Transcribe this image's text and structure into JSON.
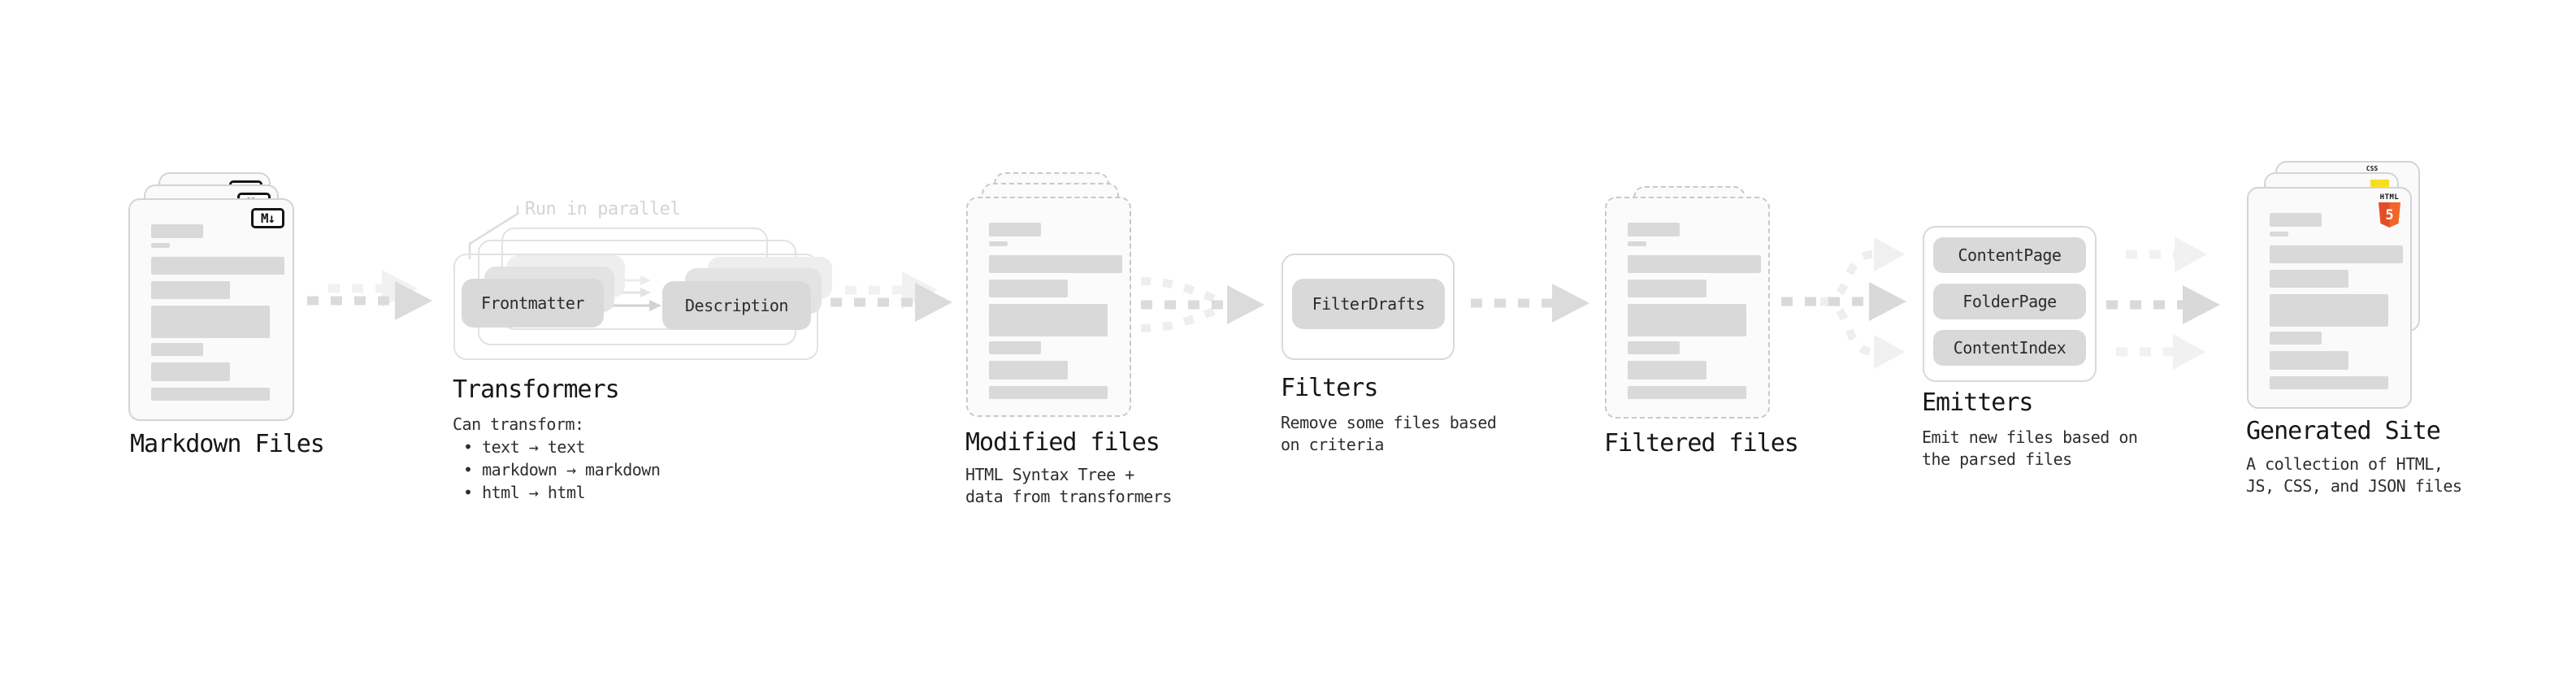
{
  "diagram": {
    "nodes": {
      "markdown": {
        "title": "Markdown Files",
        "badge": "M↓"
      },
      "transformers": {
        "title": "Transformers",
        "annotation": "Run in parallel",
        "pill_left": "Frontmatter",
        "pill_right": "Description",
        "sub_heading": "Can transform:",
        "bullets": [
          "• text → text",
          "• markdown → markdown",
          "• html → html"
        ]
      },
      "modified": {
        "title": "Modified files",
        "sub_line1": "HTML Syntax Tree +",
        "sub_line2": "data from transformers"
      },
      "filters": {
        "title": "Filters",
        "pill": "FilterDrafts",
        "sub_line1": "Remove some files based",
        "sub_line2": "on criteria"
      },
      "filtered": {
        "title": "Filtered files"
      },
      "emitters": {
        "title": "Emitters",
        "pills": [
          "ContentPage",
          "FolderPage",
          "ContentIndex"
        ],
        "sub_line1": "Emit new files based on",
        "sub_line2": "the parsed files"
      },
      "generated": {
        "title": "Generated Site",
        "sub_line1": "A collection of HTML,",
        "sub_line2": "JS, CSS, and JSON files",
        "css_badge": "CSS",
        "html5_label": "HTML",
        "html5_number": "5"
      }
    },
    "colors": {
      "html5_orange": "#e44d26",
      "html5_orange_light": "#f16529",
      "js_yellow": "#f7df1e",
      "css_blue": "#2965f1",
      "arrow_gray": "#dbdbdb",
      "arrow_ghost_gray": "#f1f1f1",
      "pill_gray": "#d9d9d9"
    }
  }
}
